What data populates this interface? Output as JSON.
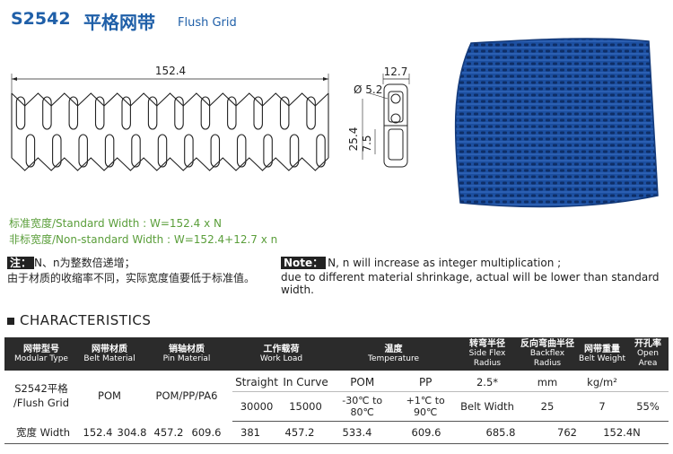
{
  "header": {
    "code": "S2542",
    "name_cn": "平格网带",
    "name_en": "Flush Grid"
  },
  "drawing": {
    "width_dim": "152.4",
    "side_dim_top": "12.7",
    "hole_dia": "Ø 5.2",
    "dim_25_4": "25.4",
    "dim_7_5": "7.5"
  },
  "widths": {
    "standard": "标准宽度/Standard Width : W=152.4 x N",
    "nonstandard": "非标宽度/Non-standard Width : W=152.4+12.7 x n"
  },
  "notes": {
    "cn_label": "注：",
    "cn_line1": "N、n为整数倍递增；",
    "cn_line2": "由于材质的收缩率不同，实际宽度值要低于标准值。",
    "en_label": "Note：",
    "en_line1": "N, n will increase as integer multiplication ;",
    "en_line2": "due to different material shrinkage, actual will be lower than standard width."
  },
  "section_title": "CHARACTERISTICS",
  "table": {
    "headers": [
      {
        "cn": "网带型号",
        "en": "Modular Type"
      },
      {
        "cn": "网带材质",
        "en": "Belt Material"
      },
      {
        "cn": "销轴材质",
        "en": "Pin Material"
      },
      {
        "cn": "工作载荷",
        "en": "Work Load"
      },
      {
        "cn": "温度",
        "en": "Temperature"
      },
      {
        "cn": "转弯半径",
        "en": "Side Flex Radius"
      },
      {
        "cn": "反向弯曲半径",
        "en": "Backflex Radius"
      },
      {
        "cn": "网带重量",
        "en": "Belt Weight"
      },
      {
        "cn": "开孔率",
        "en": "Open Area"
      }
    ],
    "model": "S2542平格\n/Flush Grid",
    "model_l1": "S2542平格",
    "model_l2": "/Flush Grid",
    "belt_material": "POM",
    "pin_material": "POM/PP/PA6",
    "load_straight_label": "Straight",
    "load_curve_label": "In Curve",
    "load_straight": "30000",
    "load_curve": "15000",
    "temp_pom_label": "POM",
    "temp_pp_label": "PP",
    "temp_pom": "-30℃ to 80℃",
    "temp_pp": "+1℃ to 90℃",
    "side_flex_top": "2.5*",
    "side_flex_bottom": "Belt Width",
    "backflex_unit": "mm",
    "backflex": "25",
    "weight_unit": "kg/m²",
    "weight": "7",
    "open_area": "55%",
    "width_row_label": "宽度 Width",
    "width_values": [
      "152.4",
      "304.8",
      "457.2",
      "609.6",
      "381",
      "457.2",
      "533.4",
      "609.6",
      "685.8",
      "762",
      "152.4N"
    ]
  },
  "colors": {
    "title_blue": "#1f5fa8",
    "belt_blue": "#1c4fa0",
    "green_text": "#5a9e3a",
    "header_bg": "#2b2b2b"
  }
}
